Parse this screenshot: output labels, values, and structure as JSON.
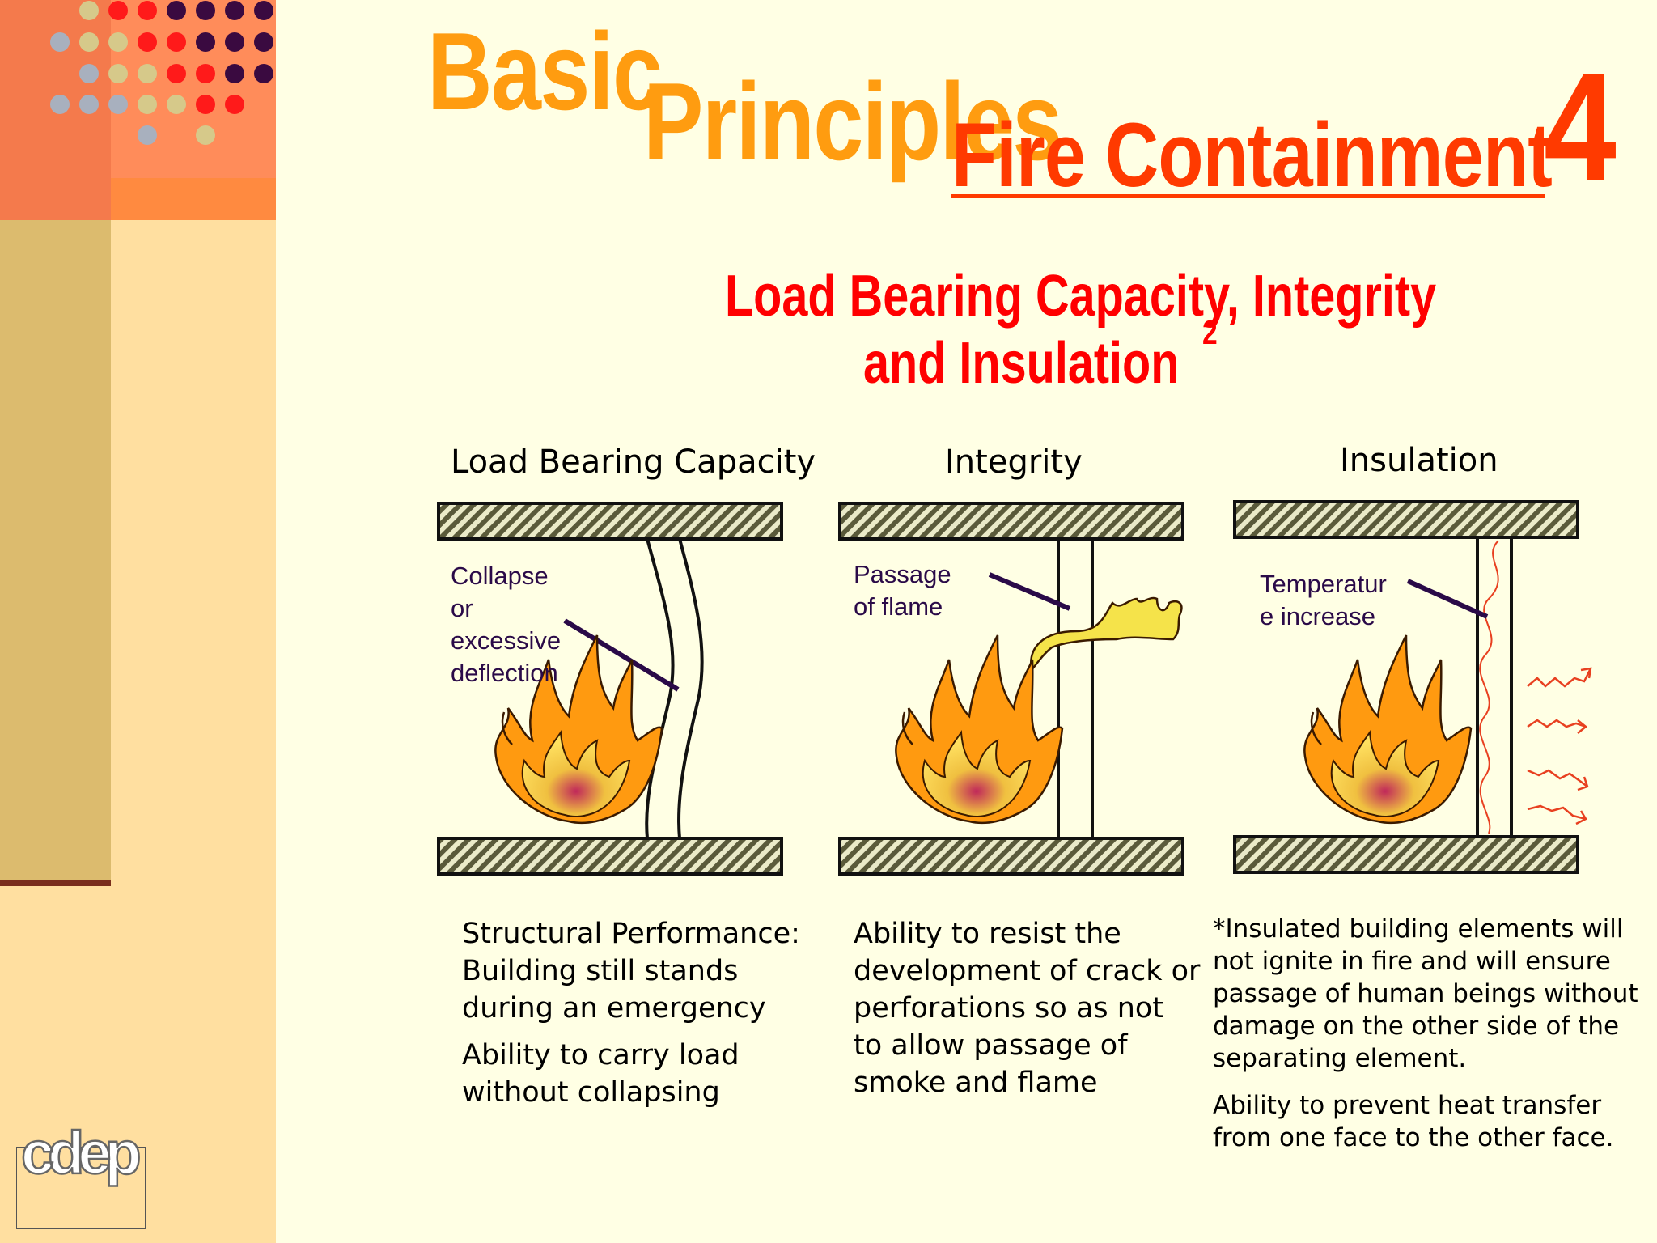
{
  "title": {
    "basic": "Basic",
    "principles": "Principles",
    "topic": "Fire Containment",
    "number": "4"
  },
  "subtitle": {
    "line1": "Load Bearing Capacity, Integrity",
    "line2": "and Insulation",
    "superscript": "2"
  },
  "panels": [
    {
      "heading": "Load Bearing Capacity",
      "label_lines": [
        "Collapse",
        "or",
        "excessive",
        "deflection"
      ],
      "description": [
        [
          "Structural Performance:",
          "Building still stands",
          "during an emergency"
        ],
        [
          "Ability to carry load",
          "without collapsing"
        ]
      ]
    },
    {
      "heading": "Integrity",
      "label_lines": [
        "Passage",
        "of flame"
      ],
      "description": [
        [
          "Ability to resist the",
          "development of crack or",
          "perforations so as not",
          "to allow passage of",
          "smoke and flame"
        ]
      ]
    },
    {
      "heading": "Insulation",
      "label_lines": [
        "Temperatur",
        "e increase"
      ],
      "description": [
        [
          "*Insulated building elements will",
          "not ignite in fire and will ensure",
          "passage of human beings without",
          "damage on the other side of the",
          "separating element."
        ],
        [
          "Ability to prevent heat transfer",
          "from one face to the other face."
        ]
      ]
    }
  ],
  "logo": {
    "text": "cdep"
  },
  "colors": {
    "title_orange": "#FF9C10",
    "title_red": "#FF3A00",
    "subtitle_red": "#FF0000",
    "background": "#FFFFE4",
    "sidebar": "#FFDFA0"
  }
}
